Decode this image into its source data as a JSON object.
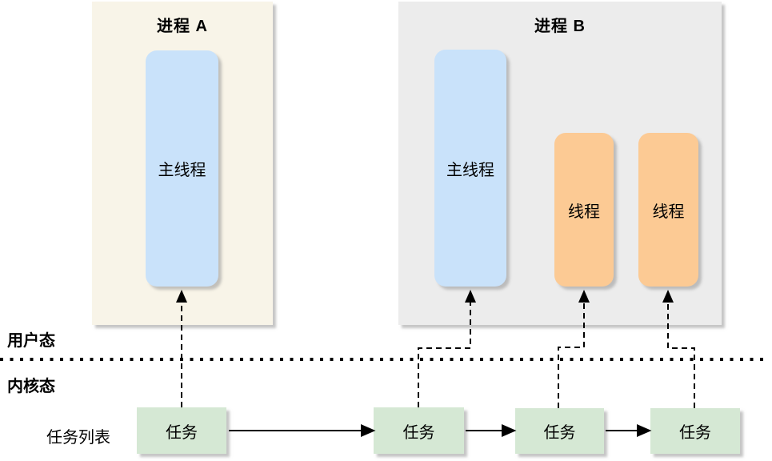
{
  "processes": [
    {
      "title": "进程 A",
      "threads": [
        {
          "label": "主线程",
          "type": "main"
        }
      ]
    },
    {
      "title": "进程 B",
      "threads": [
        {
          "label": "主线程",
          "type": "main"
        },
        {
          "label": "线程",
          "type": "worker"
        },
        {
          "label": "线程",
          "type": "worker"
        }
      ]
    }
  ],
  "zones": {
    "user_mode_label": "用户态",
    "kernel_mode_label": "内核态"
  },
  "task_list": {
    "label": "任务列表",
    "tasks": [
      "任务",
      "任务",
      "任务",
      "任务"
    ]
  },
  "colors": {
    "process_a_bg": "#F8F4E8",
    "process_b_bg": "#ECECEC",
    "main_thread_fill": "#C9E2FA",
    "worker_thread_fill": "#FCCA94",
    "task_fill": "#D5E8D4",
    "connector": "#000000",
    "page_bg": "#FFFFFF"
  }
}
